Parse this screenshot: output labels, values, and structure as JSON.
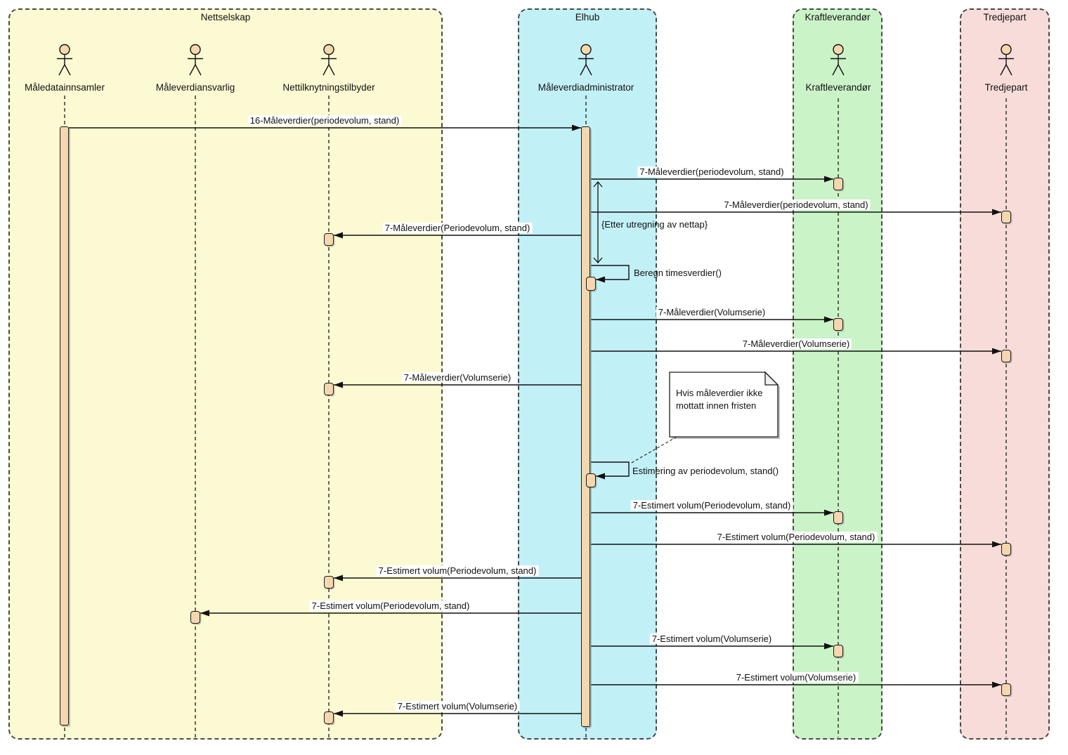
{
  "lanes": [
    {
      "title": "Nettselskap",
      "color": "#FCFAD2"
    },
    {
      "title": "Elhub",
      "color": "#C2F0F7"
    },
    {
      "title": "Kraftleverandør",
      "color": "#CBF3C8"
    },
    {
      "title": "Tredjepart",
      "color": "#F8DCDA"
    }
  ],
  "actors": [
    {
      "name": "Måledatainnsamler",
      "lane": "Nettselskap"
    },
    {
      "name": "Måleverdiansvarlig",
      "lane": "Nettselskap"
    },
    {
      "name": "Nettilknytningstilbyder",
      "lane": "Nettselskap"
    },
    {
      "name": "Måleverdiadministrator",
      "lane": "Elhub"
    },
    {
      "name": "Kraftleverandør",
      "lane": "Kraftleverandør"
    },
    {
      "name": "Tredjepart",
      "lane": "Tredjepart"
    }
  ],
  "messages": [
    {
      "label": "16-Måleverdier(periodevolum, stand)",
      "from": "Måledatainnsamler",
      "to": "Måleverdiadministrator"
    },
    {
      "label": "7-Måleverdier(periodevolum, stand)",
      "from": "Måleverdiadministrator",
      "to": "Kraftleverandør"
    },
    {
      "label": "7-Måleverdier(periodevolum, stand)",
      "from": "Måleverdiadministrator",
      "to": "Tredjepart"
    },
    {
      "label": "7-Måleverdier(Periodevolum, stand)",
      "from": "Måleverdiadministrator",
      "to": "Nettilknytningstilbyder"
    },
    {
      "label": "7-Måleverdier(Volumserie)",
      "from": "Måleverdiadministrator",
      "to": "Kraftleverandør"
    },
    {
      "label": "7-Måleverdier(Volumserie)",
      "from": "Måleverdiadministrator",
      "to": "Tredjepart"
    },
    {
      "label": "7-Måleverdier(Volumserie)",
      "from": "Måleverdiadministrator",
      "to": "Nettilknytningstilbyder"
    },
    {
      "label": "7-Estimert volum(Periodevolum, stand)",
      "from": "Måleverdiadministrator",
      "to": "Kraftleverandør"
    },
    {
      "label": "7-Estimert volum(Periodevolum, stand)",
      "from": "Måleverdiadministrator",
      "to": "Tredjepart"
    },
    {
      "label": "7-Estimert volum(Periodevolum, stand)",
      "from": "Måleverdiadministrator",
      "to": "Nettilknytningstilbyder"
    },
    {
      "label": "7-Estimert volum(Periodevolum, stand)",
      "from": "Måleverdiadministrator",
      "to": "Måleverdiansvarlig"
    },
    {
      "label": "7-Estimert volum(Volumserie)",
      "from": "Måleverdiadministrator",
      "to": "Kraftleverandør"
    },
    {
      "label": "7-Estimert volum(Volumserie)",
      "from": "Måleverdiadministrator",
      "to": "Tredjepart"
    },
    {
      "label": "7-Estimert volum(Volumserie)",
      "from": "Måleverdiadministrator",
      "to": "Nettilknytningstilbyder"
    }
  ],
  "self_messages": [
    {
      "label": "Beregn timesverdier()"
    },
    {
      "label": "Estimering av periodevolum, stand()"
    }
  ],
  "constraint_label": "{Etter utregning av nettap}",
  "note_text": "Hvis måleverdier ikke mottatt innen fristen",
  "colors": {
    "activation": "#F4D7AE",
    "note_background": "#FFFFFF",
    "line": "#111111"
  }
}
